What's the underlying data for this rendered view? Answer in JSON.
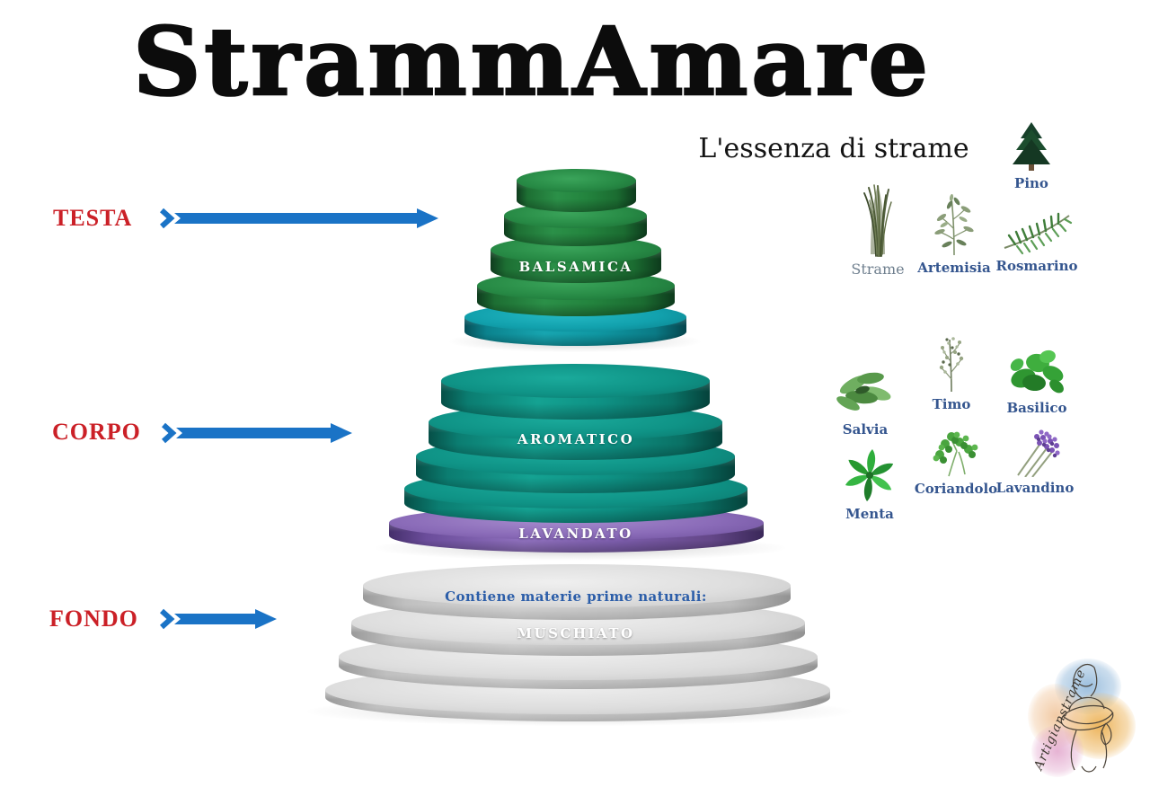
{
  "title": "StrammAmare",
  "subtitle": "L'essenza di strame",
  "side_labels": {
    "testa": "TESTA",
    "corpo": "CORPO",
    "fondo": "FONDO"
  },
  "pyramid": {
    "testa_label": "BALSAMICA",
    "corpo_label": "AROMATICO",
    "corpo_base_label": "LAVANDATO",
    "fondo_note": "Contiene materie prime naturali:",
    "fondo_label": "MUSCHIATO"
  },
  "plants": {
    "pino": "Pino",
    "strame": "Strame",
    "artemisia": "Artemisia",
    "rosmarino": "Rosmarino",
    "salvia": "Salvia",
    "timo": "Timo",
    "basilico": "Basilico",
    "menta": "Menta",
    "coriandolo": "Coriandolo",
    "lavandino": "Lavandino"
  },
  "logo": {
    "text": "Artigianstrame"
  },
  "colors": {
    "label_red": "#cb2027",
    "arrow_blue": "#1a73c6",
    "balsamica_green": "#23843e",
    "testa_base_teal": "#0f97a2",
    "aromatico_teal": "#0e9184",
    "lavandato_purple": "#7d5ead",
    "muschiato_gray": "#c6c6c6",
    "note_blue": "#2c5ea9",
    "plant_label_blue": "#35568f",
    "strame_label_gray": "#70808f"
  }
}
